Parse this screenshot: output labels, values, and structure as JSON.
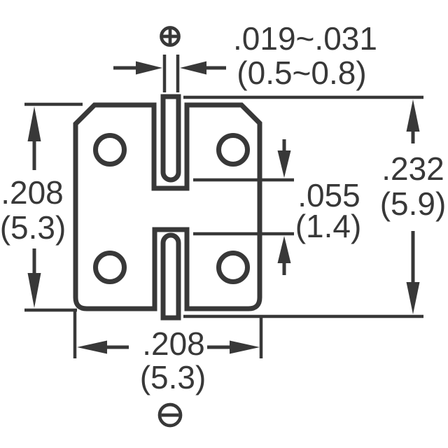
{
  "drawing": {
    "dims": {
      "lead_width": {
        "in": ".019~.031",
        "mm": "(0.5~0.8)"
      },
      "body_height": {
        "in": ".208",
        "mm": "(5.3)"
      },
      "overall_height": {
        "in": ".232",
        "mm": "(5.9)"
      },
      "lead_gap": {
        "in": ".055",
        "mm": "(1.4)"
      },
      "body_width": {
        "in": ".208",
        "mm": "(5.3)"
      }
    },
    "icons": {
      "positive_terminal": "circled-plus-icon",
      "negative_terminal": "circled-minus-icon"
    },
    "colors": {
      "line": "#383838",
      "background": "#ffffff"
    }
  }
}
